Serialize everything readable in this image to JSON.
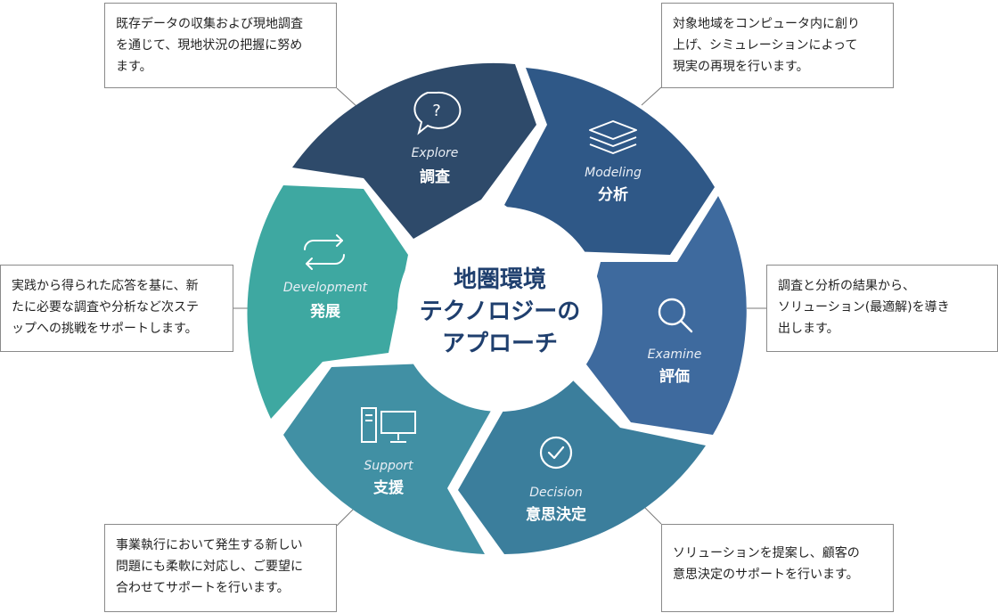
{
  "center": {
    "lines": [
      "地圏環境",
      "テクノロジーの",
      "アプローチ"
    ]
  },
  "segments": [
    {
      "id": "explore",
      "en": "Explore",
      "jp": "調査",
      "icon": "question-bubble-icon",
      "color": "#2e4a6a"
    },
    {
      "id": "modeling",
      "en": "Modeling",
      "jp": "分析",
      "icon": "layers-icon",
      "color": "#2f5887"
    },
    {
      "id": "examine",
      "en": "Examine",
      "jp": "評価",
      "icon": "magnifier-icon",
      "color": "#3e6a9e"
    },
    {
      "id": "decision",
      "en": "Decision",
      "jp": "意思決定",
      "icon": "check-circle-icon",
      "color": "#3b7e9c"
    },
    {
      "id": "support",
      "en": "Support",
      "jp": "支援",
      "icon": "computer-icon",
      "color": "#4190a4"
    },
    {
      "id": "development",
      "en": "Development",
      "jp": "発展",
      "icon": "cycle-arrows-icon",
      "color": "#3ea8a1"
    }
  ],
  "callouts": {
    "explore": [
      "既存データの収集および現地調査",
      "を通じて、現地状況の把握に努め",
      "ます。"
    ],
    "modeling": [
      "対象地域をコンピュータ内に創り",
      "上げ、シミュレーションによって",
      "現実の再現を行います。"
    ],
    "examine": [
      "調査と分析の結果から、",
      "ソリューション(最適解)を導き",
      "出します。"
    ],
    "decision": [
      "ソリューションを提案し、顧客の",
      "意思決定のサポートを行います。"
    ],
    "support": [
      "事業執行において発生する新しい",
      "問題にも柔軟に対応し、ご要望に",
      "合わせてサポートを行います。"
    ],
    "development": [
      "実践から得られた応答を基に、新",
      "たに必要な調査や分析など次ステ",
      "ップへの挑戦をサポートします。"
    ]
  }
}
